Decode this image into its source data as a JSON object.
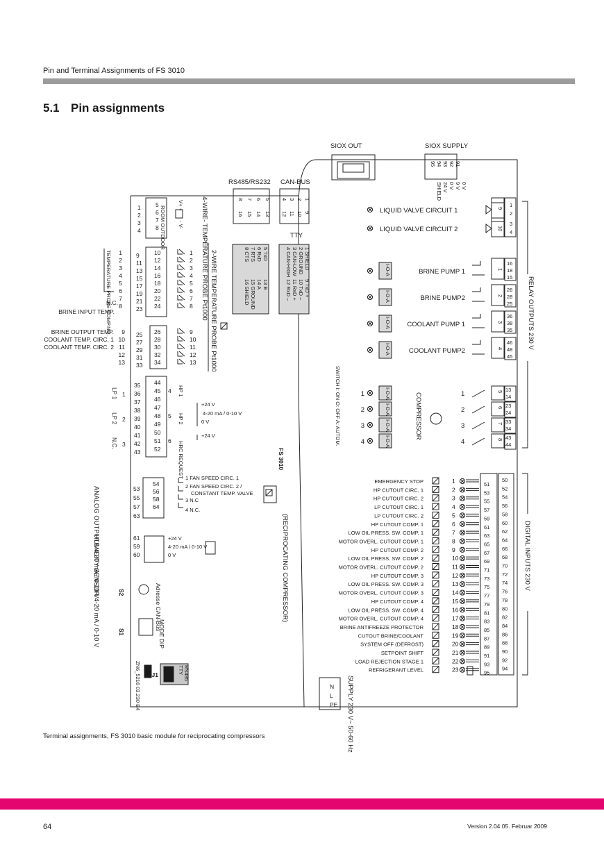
{
  "header": {
    "title": "Pin and Terminal Assignments of FS 3010"
  },
  "section": {
    "number": "5.1",
    "title": "Pin assignments"
  },
  "diagram": {
    "top_labels": {
      "siox_out": "SIOX OUT",
      "siox_supply": "SIOX SUPPLY",
      "rs485": "RS485/RS232",
      "can_bus": "CAN-BUS",
      "tty": "TTY"
    },
    "siox_supply_pins": [
      "91",
      "92",
      "93",
      "94",
      "95"
    ],
    "siox_supply_values": [
      "0 V",
      "9 V",
      "0 V",
      "24 V",
      "SHIELD"
    ],
    "rs485_pins": [
      "5",
      "6",
      "7",
      "8"
    ],
    "rs485_pins2": [
      "13",
      "14",
      "15",
      "16"
    ],
    "can_pins": [
      "1",
      "2",
      "3",
      "4"
    ],
    "can_pins2": [
      "9",
      "10",
      "11",
      "12"
    ],
    "rs485_signals": [
      "5 TxD",
      "6 RxD",
      "7 RTS",
      "8 CTS"
    ],
    "rs485_signals2": [
      "13 B",
      "14 A",
      "15 GROUND",
      "16 SHIELD"
    ],
    "can_signals": [
      "1 SHIELD",
      "2 GROUND",
      "3 CAN-LOW",
      "4 CAN-HIGH"
    ],
    "can_signals2": [
      "9 TxD +",
      "10 TxD –",
      "11 RxD +",
      "12 RxD –"
    ],
    "room_outdoor": {
      "pins_left": [
        "1",
        "2",
        "3",
        "4"
      ],
      "pins_right": [
        "5",
        "6",
        "7",
        "8"
      ],
      "label": "ROOM OUTDOOR",
      "vplus": "V+ +",
      "vminus": "- V-"
    },
    "four_wire_label": "4-WIRE- TEMPERATURE PROBE Pt1000",
    "two_wire_label": "2-WIRE TEMPERATURE PROBE Pt1000",
    "temp_probe_label": "TEMPERATURE PROBE COMP.NO.",
    "temp_rows": [
      {
        "n": "1",
        "a": "9",
        "b": "10",
        "c": "1"
      },
      {
        "n": "2",
        "a": "11",
        "b": "12",
        "c": "2"
      },
      {
        "n": "3",
        "a": "13",
        "b": "14",
        "c": "3"
      },
      {
        "n": "4",
        "a": "15",
        "b": "16",
        "c": "4"
      },
      {
        "n": "5",
        "a": "17",
        "b": "18",
        "c": "5"
      },
      {
        "n": "6",
        "a": "19",
        "b": "20",
        "c": "6"
      },
      {
        "n": "7",
        "a": "21",
        "b": "22",
        "c": "7"
      },
      {
        "n": "8",
        "a": "23",
        "b": "24",
        "c": "8"
      }
    ],
    "nc_label": "N.C.",
    "brine_input": "BRINE INPUT TEMP.",
    "brine_rows": [
      {
        "label": "BRINE OUTPUT TEMP.",
        "n": "9",
        "a": "25",
        "b": "26",
        "c": "9"
      },
      {
        "label": "COOLANT TEMP. CIRC. 1",
        "n": "10",
        "a": "27",
        "b": "28",
        "c": "10"
      },
      {
        "label": "COOLANT TEMP. CIRC. 2",
        "n": "11",
        "a": "29",
        "b": "30",
        "c": "11"
      },
      {
        "label": "",
        "n": "12",
        "a": "31",
        "b": "32",
        "c": "12"
      },
      {
        "label": "",
        "n": "13",
        "a": "33",
        "b": "34",
        "c": "13"
      }
    ],
    "lp_rows": [
      {
        "a": "35",
        "b": "44"
      },
      {
        "a": "36",
        "b": "45"
      },
      {
        "a": "37",
        "b": "46"
      },
      {
        "a": "38",
        "b": "47"
      },
      {
        "a": "39",
        "b": "48"
      },
      {
        "a": "40",
        "b": "49"
      },
      {
        "a": "41",
        "b": "50"
      },
      {
        "a": "42",
        "b": "51"
      },
      {
        "a": "43",
        "b": "52"
      }
    ],
    "lp_labels": [
      "LP 1",
      "LP 2",
      "N.C."
    ],
    "lp_numbers": [
      "1",
      "2",
      "3"
    ],
    "hp_numbers": [
      "4",
      "5",
      "6"
    ],
    "hp_labels": [
      "HP 1",
      "HP 2",
      "HRC REQUEST"
    ],
    "hp_signals": [
      "+24 V",
      "4-20 mA / 0-10 V",
      "0 V",
      "+24 V"
    ],
    "analog": {
      "label": "ANALOG OUTPUTS 4-20 mA / 0-10 V",
      "pins_left": [
        "53",
        "55",
        "57",
        "63"
      ],
      "pins_right": [
        "54",
        "56",
        "58",
        "64"
      ],
      "signals": [
        "1 FAN SPEED CIRC. 1",
        "2 FAN SPEED CIRC. 2 /",
        "CONSTANT TEMP. VALVE",
        "3 N.C",
        "4 N.C."
      ]
    },
    "humidity": {
      "label": "HUMIDITY SENSOR 4-20 mA / 0-10 V",
      "pins": [
        "61",
        "59",
        "60"
      ],
      "signals": [
        "+24 V",
        "4-20 mA / 0-10 V",
        "0 V"
      ]
    },
    "s2": {
      "name": "S2",
      "label": "Adresse CAN-Bus"
    },
    "s1": {
      "name": "S1",
      "label": "MODE DIP"
    },
    "j1": {
      "name": "J1",
      "tty": "TTY",
      "rs485": "RS485"
    },
    "drawing_no": "ZN6_5216 03.230 E4",
    "fs_title": "FS 3010",
    "fs_subtitle": "(RECIPROCATING COMPRESSOR)",
    "relay_outputs_label": "RELAY OUTPUTS 230 V",
    "liquid_valves": [
      {
        "label": "LIQUID VALVE CIRCUIT 1",
        "relay": "9",
        "pins": [
          "1",
          "2"
        ]
      },
      {
        "label": "LIQUID VALVE CIRCUIT 2",
        "relay": "10",
        "pins": [
          "3",
          "4"
        ]
      }
    ],
    "pumps": [
      {
        "label": "BRINE PUMP 1",
        "relay": "1",
        "pins": [
          "16",
          "18",
          "15"
        ]
      },
      {
        "label": "BRINE PUMP2",
        "relay": "2",
        "pins": [
          "26",
          "28",
          "25"
        ]
      },
      {
        "label": "COOLANT PUMP 1",
        "relay": "3",
        "pins": [
          "36",
          "38",
          "35"
        ]
      },
      {
        "label": "COOLANT PUMP2",
        "relay": "4",
        "pins": [
          "46",
          "48",
          "45"
        ]
      }
    ],
    "ioa": "I-O-A",
    "switch_legend": "SWITCH I: ON O: OFF A: AUTOM.",
    "compressor_label": "COMPRESSOR",
    "compressors": [
      {
        "n": "1",
        "relay": "5",
        "pins": [
          "13",
          "14"
        ]
      },
      {
        "n": "2",
        "relay": "6",
        "pins": [
          "23",
          "24"
        ]
      },
      {
        "n": "3",
        "relay": "7",
        "pins": [
          "33",
          "34"
        ]
      },
      {
        "n": "4",
        "relay": "8",
        "pins": [
          "43",
          "44"
        ]
      }
    ],
    "digital_inputs_label": "DIGITAL INPUTS 230 V",
    "digital_inputs": [
      {
        "label": "EMERGENCY STOP",
        "n": "1",
        "a": "50",
        "b": "51"
      },
      {
        "label": "HP CUTOUT CIRC. 1",
        "n": "2",
        "a": "52",
        "b": "53"
      },
      {
        "label": "HP CUTOUT CIRC. 2",
        "n": "3",
        "a": "54",
        "b": "55"
      },
      {
        "label": "LP CUTOUT CIRC. 1",
        "n": "4",
        "a": "56",
        "b": "57"
      },
      {
        "label": "LP CUTOUT CIRC. 2",
        "n": "5",
        "a": "58",
        "b": "59"
      },
      {
        "label": "HP CUTOUT COMP. 1",
        "n": "6",
        "a": "60",
        "b": "61"
      },
      {
        "label": "LOW OIL PRESS. SW. COMP. 1",
        "n": "7",
        "a": "62",
        "b": "63"
      },
      {
        "label": "MOTOR OVERL. CUTOUT COMP. 1",
        "n": "8",
        "a": "64",
        "b": "65"
      },
      {
        "label": "HP CUTOUT COMP. 2",
        "n": "9",
        "a": "66",
        "b": "67"
      },
      {
        "label": "LOW OIL PRESS. SW. COMP. 2",
        "n": "10",
        "a": "68",
        "b": "69"
      },
      {
        "label": "MOTOR OVERL. CUTOUT COMP. 2",
        "n": "11",
        "a": "70",
        "b": "71"
      },
      {
        "label": "HP CUTOUT COMP. 3",
        "n": "12",
        "a": "72",
        "b": "73"
      },
      {
        "label": "LOW OIL PRESS. SW. COMP. 3",
        "n": "13",
        "a": "74",
        "b": "75"
      },
      {
        "label": "MOTOR OVERL. CUTOUT COMP. 3",
        "n": "14",
        "a": "76",
        "b": "77"
      },
      {
        "label": "HP CUTOUT COMP. 4",
        "n": "15",
        "a": "78",
        "b": "79"
      },
      {
        "label": "LOW OIL PRESS. SW. COMP. 4",
        "n": "16",
        "a": "80",
        "b": "81"
      },
      {
        "label": "MOTOR OVERL. CUTOUT COMP. 4",
        "n": "17",
        "a": "82",
        "b": "83"
      },
      {
        "label": "BRINE ANTIFREEZE PROTECTOR",
        "n": "18",
        "a": "84",
        "b": "85"
      },
      {
        "label": "CUTOUT BRINE/COOLANT",
        "n": "19",
        "a": "86",
        "b": "87"
      },
      {
        "label": "SYSTEM OFF (DEFROST)",
        "n": "20",
        "a": "88",
        "b": "89"
      },
      {
        "label": "SETPOINT SHIFT",
        "n": "21",
        "a": "90",
        "b": "91"
      },
      {
        "label": "LOAD REJECTION STAGE 1",
        "n": "22",
        "a": "92",
        "b": "93"
      },
      {
        "label": "REFRIGERANT LEVEL",
        "n": "23",
        "a": "94",
        "b": "95"
      }
    ],
    "supply": {
      "label": "SUPPLY 230 V~ 50-60 Hz",
      "pins": [
        "N",
        "L",
        "PE"
      ]
    }
  },
  "caption": "Terminal assignments, FS 3010 basic module for reciprocating compressors",
  "footer": {
    "page": "64",
    "version": "Version 2.04   05. Februar 2009"
  }
}
